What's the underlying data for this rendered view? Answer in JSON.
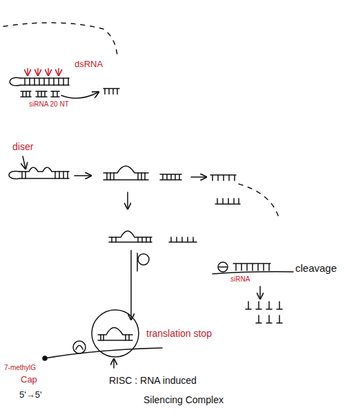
{
  "diagram": {
    "labels": [
      "dsRNA",
      "siRNA 20 NT",
      "diser",
      "translation stop",
      "cleavage",
      "siRNA",
      "7-methylG",
      "Cap",
      "5'→5'",
      "RISC : RNA induced Silencing Complex"
    ]
  }
}
